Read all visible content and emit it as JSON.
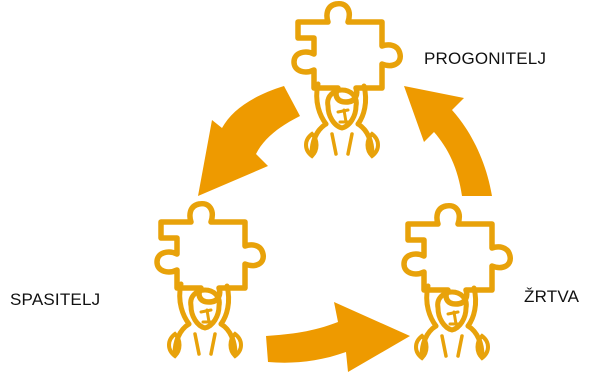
{
  "diagram": {
    "roles": [
      {
        "id": "persecutor",
        "label": "PROGONITELJ"
      },
      {
        "id": "rescuer",
        "label": "SPASITELJ"
      },
      {
        "id": "victim",
        "label": "ŽRTVA"
      }
    ],
    "cycle": [
      {
        "from": "persecutor",
        "to": "rescuer"
      },
      {
        "from": "rescuer",
        "to": "victim"
      },
      {
        "from": "victim",
        "to": "persecutor"
      }
    ],
    "colors": {
      "accent": "#EE9A00",
      "outline": "#E8A20A",
      "text": "#111111",
      "background": "#FFFFFF"
    },
    "icons": {
      "figure": "puzzle-piece-person-icon",
      "arrow": "curved-arrow-icon"
    }
  }
}
